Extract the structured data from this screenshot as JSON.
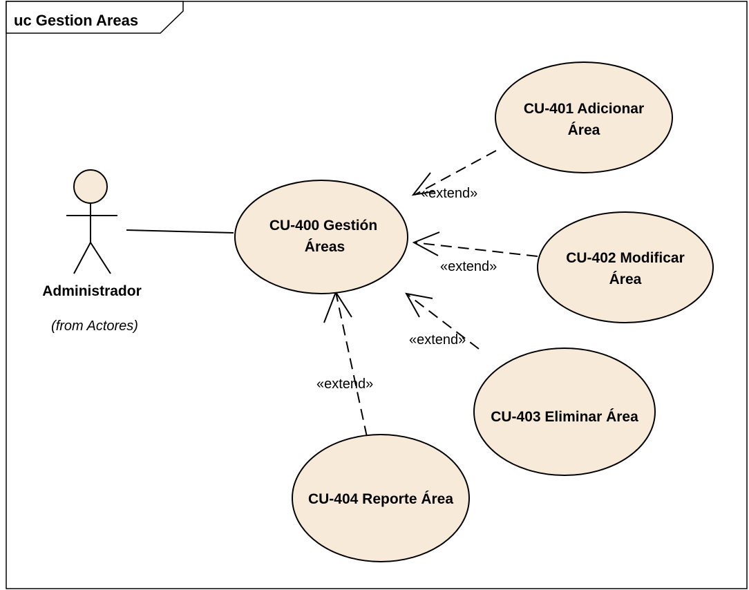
{
  "frame": {
    "title": "uc Gestion Areas"
  },
  "actor": {
    "name": "Administrador",
    "origin": "(from Actores)"
  },
  "use_cases": {
    "uc400": {
      "line1": "CU-400 Gestión",
      "line2": "Áreas"
    },
    "uc401": {
      "line1": "CU-401 Adicionar",
      "line2": "Área"
    },
    "uc402": {
      "line1": "CU-402 Modificar",
      "line2": "Área"
    },
    "uc403": {
      "line1": "CU-403 Eliminar Área"
    },
    "uc404": {
      "line1": "CU-404 Reporte Área"
    }
  },
  "relations": {
    "extend_401": "«extend»",
    "extend_402": "«extend»",
    "extend_403": "«extend»",
    "extend_404": "«extend»"
  },
  "colors": {
    "use_case_fill": "#f7ead8",
    "actor_fill": "#f7ead8",
    "line": "#000000",
    "background": "#ffffff"
  }
}
